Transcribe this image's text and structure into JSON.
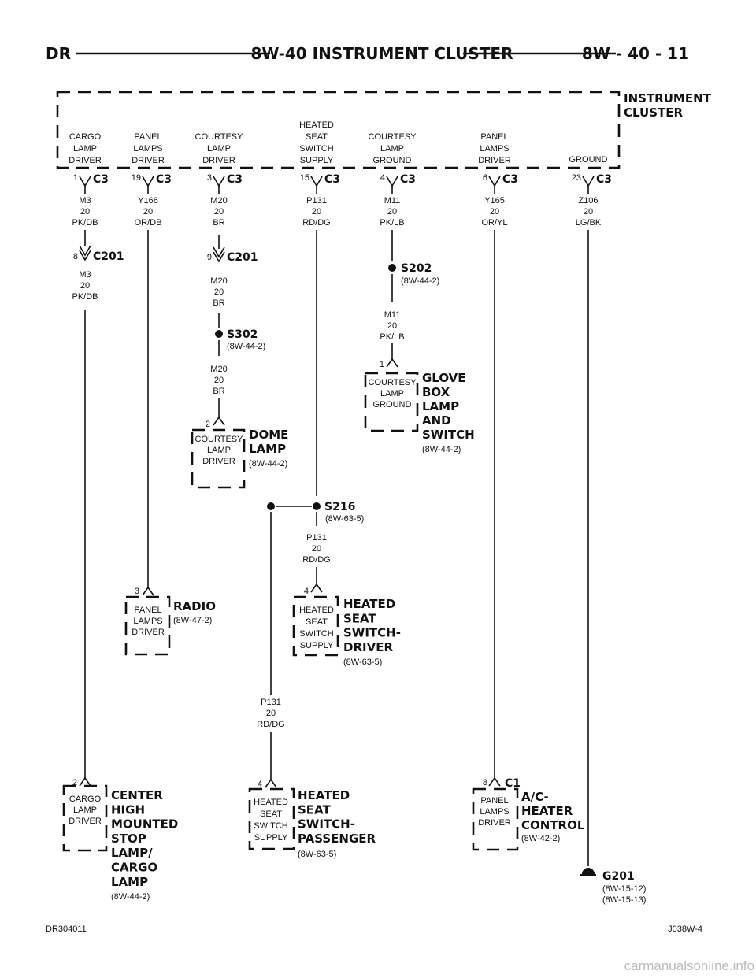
{
  "header": {
    "left": "DR",
    "title": "8W-40 INSTRUMENT CLUSTER",
    "right": "8W - 40 - 11"
  },
  "cluster": {
    "name": [
      "INSTRUMENT",
      "CLUSTER"
    ]
  },
  "cluster_pins": [
    {
      "label": [
        "CARGO",
        "LAMP",
        "DRIVER"
      ],
      "pin": "1",
      "conn": "C3",
      "wire": [
        "M3",
        "20",
        "PK/DB"
      ]
    },
    {
      "label": [
        "PANEL",
        "LAMPS",
        "DRIVER"
      ],
      "pin": "19",
      "conn": "C3",
      "wire": [
        "Y166",
        "20",
        "OR/DB"
      ]
    },
    {
      "label": [
        "COURTESY",
        "LAMP",
        "DRIVER"
      ],
      "pin": "3",
      "conn": "C3",
      "wire": [
        "M20",
        "20",
        "BR"
      ]
    },
    {
      "label": [
        "HEATED",
        "SEAT",
        "SWITCH",
        "SUPPLY"
      ],
      "pin": "15",
      "conn": "C3",
      "wire": [
        "P131",
        "20",
        "RD/DG"
      ]
    },
    {
      "label": [
        "COURTESY",
        "LAMP",
        "GROUND"
      ],
      "pin": "4",
      "conn": "C3",
      "wire": [
        "M11",
        "20",
        "PK/LB"
      ]
    },
    {
      "label": [
        "PANEL",
        "LAMPS",
        "DRIVER"
      ],
      "pin": "6",
      "conn": "C3",
      "wire": [
        "Y165",
        "20",
        "OR/YL"
      ]
    },
    {
      "label": [
        "GROUND"
      ],
      "pin": "23",
      "conn": "C3",
      "wire": [
        "Z106",
        "20",
        "LG/BK"
      ]
    }
  ],
  "inline_connectors": [
    {
      "pin": "8",
      "conn": "C201",
      "wire_after": [
        "M3",
        "20",
        "PK/DB"
      ]
    },
    {
      "pin": "9",
      "conn": "C201",
      "wire_after": [
        "M20",
        "20",
        "BR"
      ]
    }
  ],
  "splices": [
    {
      "id": "S302",
      "ref": "(8W-44-2)",
      "wire_after": [
        "M20",
        "20",
        "BR"
      ]
    },
    {
      "id": "S202",
      "ref": "(8W-44-2)",
      "wire_after": [
        "M11",
        "20",
        "PK/LB"
      ]
    },
    {
      "id": "S216",
      "ref": "(8W-63-5)",
      "wire_after": [
        "P131",
        "20",
        "RD/DG"
      ],
      "wire_branch": [
        "P131",
        "20",
        "RD/DG"
      ]
    }
  ],
  "components": [
    {
      "pin": "1",
      "conn": "",
      "inner": [
        "COURTESY",
        "LAMP",
        "GROUND"
      ],
      "name": [
        "GLOVE",
        "BOX",
        "LAMP",
        "AND",
        "SWITCH"
      ],
      "ref": "(8W-44-2)"
    },
    {
      "pin": "2",
      "conn": "",
      "inner": [
        "COURTESY",
        "LAMP",
        "DRIVER"
      ],
      "name": [
        "DOME",
        "LAMP"
      ],
      "ref": "(8W-44-2)"
    },
    {
      "pin": "3",
      "conn": "",
      "inner": [
        "PANEL",
        "LAMPS",
        "DRIVER"
      ],
      "name": [
        "RADIO"
      ],
      "ref": "(8W-47-2)"
    },
    {
      "pin": "4",
      "conn": "",
      "inner": [
        "HEATED",
        "SEAT",
        "SWITCH",
        "SUPPLY"
      ],
      "name": [
        "HEATED",
        "SEAT",
        "SWITCH-",
        "DRIVER"
      ],
      "ref": "(8W-63-5)"
    },
    {
      "pin": "2",
      "conn": "",
      "inner": [
        "CARGO",
        "LAMP",
        "DRIVER"
      ],
      "name": [
        "CENTER",
        "HIGH",
        "MOUNTED",
        "STOP",
        "LAMP/",
        "CARGO",
        "LAMP"
      ],
      "ref": "(8W-44-2)"
    },
    {
      "pin": "4",
      "conn": "",
      "inner": [
        "HEATED",
        "SEAT",
        "SWITCH",
        "SUPPLY"
      ],
      "name": [
        "HEATED",
        "SEAT",
        "SWITCH-",
        "PASSENGER"
      ],
      "ref": "(8W-63-5)"
    },
    {
      "pin": "8",
      "conn": "C1",
      "inner": [
        "PANEL",
        "LAMPS",
        "DRIVER"
      ],
      "name": [
        "A/C-",
        "HEATER",
        "CONTROL"
      ],
      "ref": "(8W-42-2)"
    }
  ],
  "ground": {
    "id": "G201",
    "refs": [
      "(8W-15-12)",
      "(8W-15-13)"
    ]
  },
  "footer": {
    "left": "DR304011",
    "right": "J038W-4",
    "watermark": "carmanualsonline.info"
  }
}
